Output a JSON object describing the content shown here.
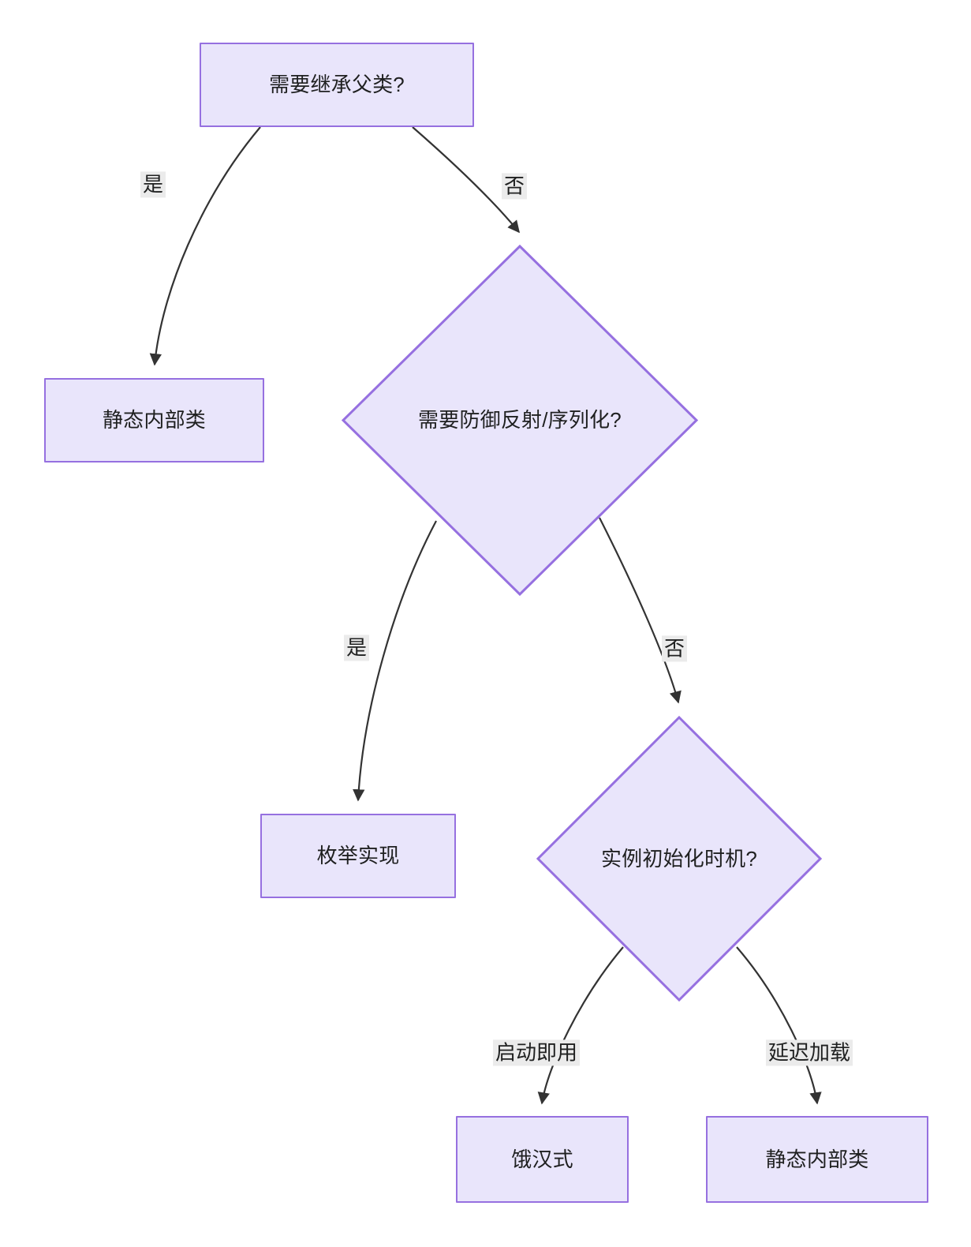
{
  "diagram": {
    "type": "flowchart",
    "direction": "top-down",
    "title": "",
    "theme": {
      "node_fill": "#e9e5fb",
      "node_border": "#9670e0",
      "edge_stroke": "#333333",
      "label_background": "#ebebeb",
      "text_color": "#1f2020",
      "canvas_background": "#ffffff"
    },
    "nodes": [
      {
        "id": "n1",
        "shape": "rect",
        "label": "需要继承父类?"
      },
      {
        "id": "n2",
        "shape": "rect",
        "label": "静态内部类"
      },
      {
        "id": "n3",
        "shape": "diamond",
        "label": "需要防御反射/序列化?"
      },
      {
        "id": "n4",
        "shape": "rect",
        "label": "枚举实现"
      },
      {
        "id": "n5",
        "shape": "diamond",
        "label": "实例初始化时机?"
      },
      {
        "id": "n6",
        "shape": "rect",
        "label": "饿汉式"
      },
      {
        "id": "n7",
        "shape": "rect",
        "label": "静态内部类"
      }
    ],
    "edges": [
      {
        "from": "n1",
        "to": "n2",
        "label": "是"
      },
      {
        "from": "n1",
        "to": "n3",
        "label": "否"
      },
      {
        "from": "n3",
        "to": "n4",
        "label": "是"
      },
      {
        "from": "n3",
        "to": "n5",
        "label": "否"
      },
      {
        "from": "n5",
        "to": "n6",
        "label": "启动即用"
      },
      {
        "from": "n5",
        "to": "n7",
        "label": "延迟加载"
      }
    ],
    "edge_labels": {
      "e1": "是",
      "e2": "否",
      "e3": "是",
      "e4": "否",
      "e5": "启动即用",
      "e6": "延迟加载"
    }
  }
}
